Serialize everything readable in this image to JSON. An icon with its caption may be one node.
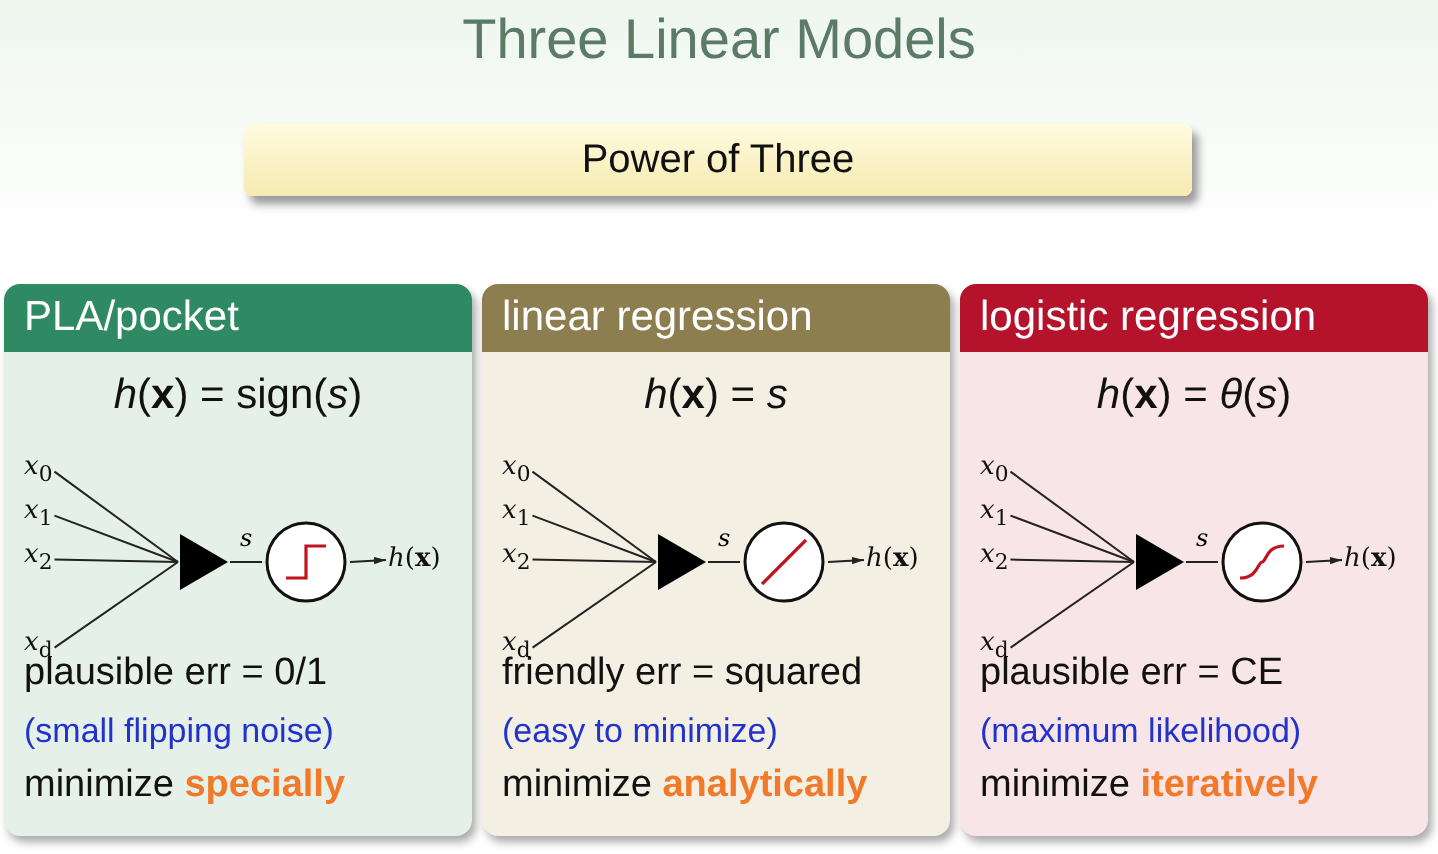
{
  "diagram": {
    "title": "Three Linear Models",
    "nodes": [
      {
        "text": [
          "Power of Three"
        ]
      },
      {
        "text": [
          "PLA/pocket",
          "*h*(**x**) = sign(*s*)",
          "plausible err = 0/1",
          "(small flipping noise)",
          "minimize **specially**"
        ]
      },
      {
        "text": [
          "*x*$_{0}$"
        ],
        "in": 1
      },
      {
        "text": [
          "*x*$_{1}$"
        ],
        "in": 1
      },
      {
        "text": [
          "*x*$_{2}$"
        ],
        "in": 1
      },
      {
        "text": [
          "*x*$_{d}$"
        ],
        "in": 1
      },
      {
        "text": [],
        "shape": "triangle",
        "in": 1
      },
      {
        "text": [],
        "shape": "circle",
        "in": 1
      },
      {
        "text": [
          "*h*(**x**)"
        ],
        "in": 1
      },
      {
        "text": [
          "linear regression",
          "*h*(**x**) = *s*",
          "friendly err = squared",
          "(easy to minimize)",
          "minimize **analytically**"
        ]
      },
      {
        "text": [
          "*x*$_{0}$"
        ],
        "in": 9
      },
      {
        "text": [
          "*x*$_{1}$"
        ],
        "in": 9
      },
      {
        "text": [
          "*x*$_{2}$"
        ],
        "in": 9
      },
      {
        "text": [
          "*x*$_{d}$"
        ],
        "in": 9
      },
      {
        "text": [],
        "shape": "triangle",
        "in": 9
      },
      {
        "text": [],
        "shape": "circle",
        "in": 9
      },
      {
        "text": [
          "*h*(**x**)"
        ],
        "in": 9
      },
      {
        "text": [
          "logistic regression",
          "*h*(**x**) = *θ*(*s*)",
          "plausible err = CE",
          "(maximum likelihood)",
          "minimize **iteratively**"
        ]
      },
      {
        "text": [
          "*x*$_{0}$"
        ],
        "in": 17
      },
      {
        "text": [
          "*x*$_{1}$"
        ],
        "in": 17
      },
      {
        "text": [
          "*x*$_{2}$"
        ],
        "in": 17
      },
      {
        "text": [
          "*x*$_{d}$"
        ],
        "in": 17
      },
      {
        "text": [],
        "shape": "triangle",
        "in": 17
      },
      {
        "text": [],
        "shape": "circle",
        "in": 17
      },
      {
        "text": [
          "*h*(**x**)"
        ],
        "in": 17
      }
    ],
    "edges": [
      {
        "from": 2,
        "to": 6,
        "arrow": "none"
      },
      {
        "from": 3,
        "to": 6,
        "arrow": "none"
      },
      {
        "from": 4,
        "to": 6,
        "arrow": "none"
      },
      {
        "from": 5,
        "to": 6,
        "arrow": "none"
      },
      {
        "from": 6,
        "to": 7,
        "arrow": "none",
        "label": "*s*"
      },
      {
        "from": 7,
        "to": 8,
        "arrow": "to"
      },
      {
        "from": 10,
        "to": 14,
        "arrow": "none"
      },
      {
        "from": 11,
        "to": 14,
        "arrow": "none"
      },
      {
        "from": 12,
        "to": 14,
        "arrow": "none"
      },
      {
        "from": 13,
        "to": 14,
        "arrow": "none"
      },
      {
        "from": 14,
        "to": 15,
        "arrow": "none",
        "label": "*s*"
      },
      {
        "from": 15,
        "to": 16,
        "arrow": "to"
      },
      {
        "from": 18,
        "to": 22,
        "arrow": "none"
      },
      {
        "from": 19,
        "to": 22,
        "arrow": "none"
      },
      {
        "from": 20,
        "to": 22,
        "arrow": "none"
      },
      {
        "from": 21,
        "to": 22,
        "arrow": "none"
      },
      {
        "from": 22,
        "to": 23,
        "arrow": "none",
        "label": "*s*"
      },
      {
        "from": 23,
        "to": 24,
        "arrow": "to"
      }
    ]
  }
}
